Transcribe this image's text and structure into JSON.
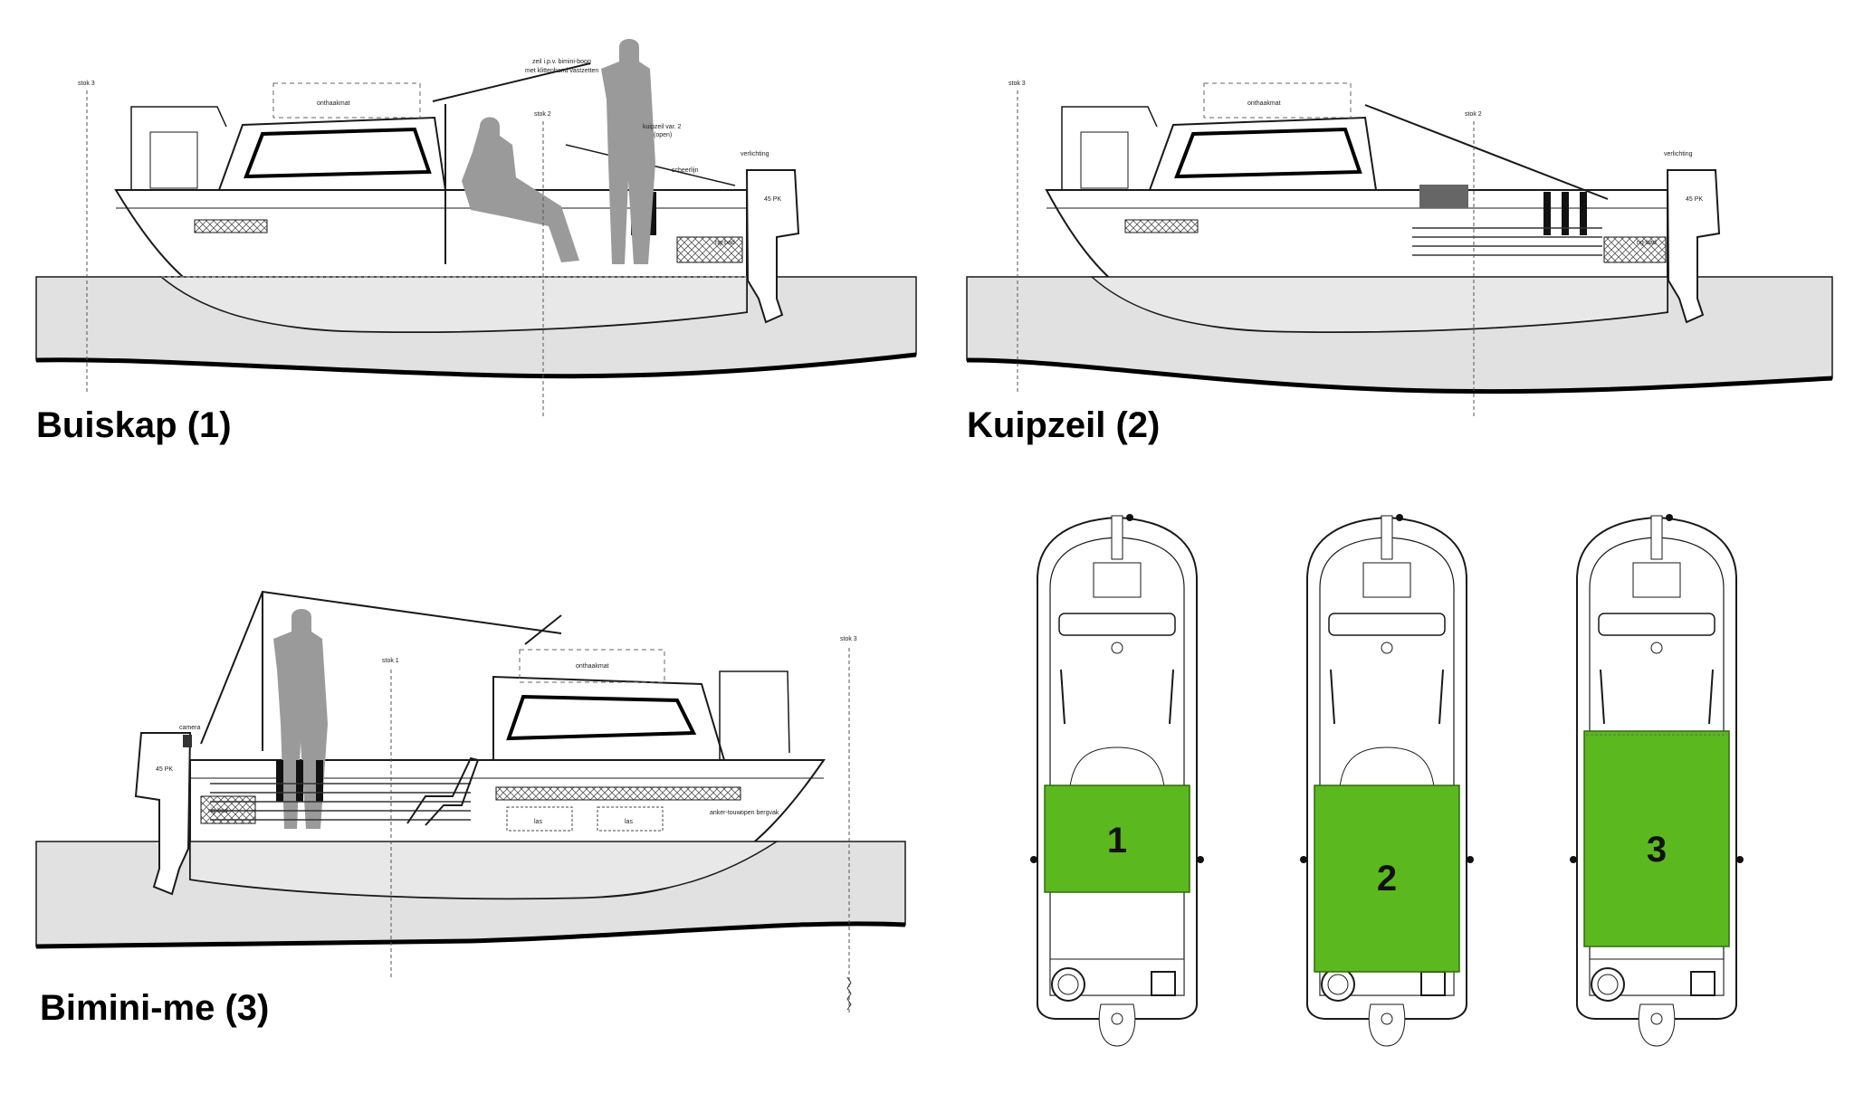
{
  "titles": {
    "panel1": "Buiskap (1)",
    "panel2": "Kuipzeil (2)",
    "panel3": "Bimini-me (3)"
  },
  "labels": {
    "stok1": "stok 1",
    "stok2": "stok 2",
    "stok3": "stok 3",
    "onthaakmat": "onthaakmat",
    "zeil_line1": "zeil i.p.v. bimini-boog",
    "zeil_line2": "met klittenband vastzetten",
    "kuipzeil_line1": "kuipzeil var. 2",
    "kuipzeil_line2": "(open)",
    "scheerlijn": "scheerlijn",
    "verlichting": "verlichting",
    "motor": "45 PK",
    "rigbad": "rig-bad",
    "camera": "camera",
    "las": "las",
    "ankertouw": "anker-touw",
    "open_bergvak": "open bergvak"
  },
  "plan_numbers": [
    "1",
    "2",
    "3"
  ],
  "colors": {
    "cover_green": "#5cb81f",
    "water_grey": "#e1e1e1",
    "figure_grey": "#9a9a9a",
    "line": "#1a1a1a"
  }
}
